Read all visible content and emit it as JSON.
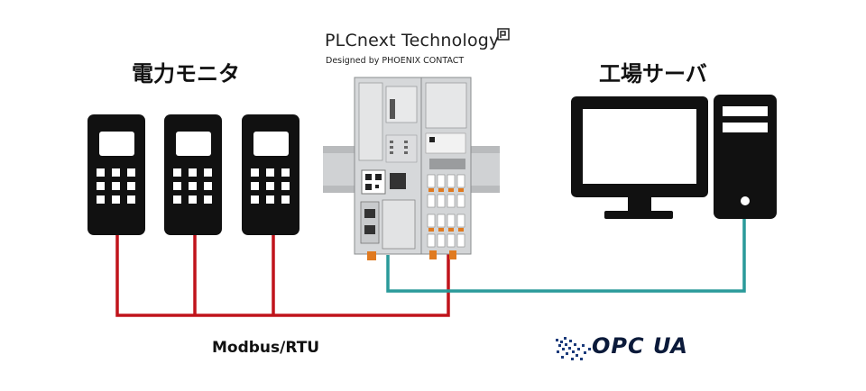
{
  "labels": {
    "power_meters": "電力モニタ",
    "factory_server": "工場サーバ",
    "plc_title": "PLCnext Technology",
    "plc_subtitle": "Designed by PHOENIX CONTACT",
    "modbus": "Modbus/RTU",
    "opc_ua": "OPC UA"
  },
  "colors": {
    "modbus_line": "#c0141b",
    "opc_line": "#2a9a9a",
    "device": "#111111",
    "plc_body": "#d6d8da",
    "din_rail": "#b9bbbd"
  },
  "icons": {
    "meter": "power-meter-icon",
    "server": "desktop-computer-icon",
    "plc": "plc-controller-image",
    "opc_logo": "opc-ua-logo"
  }
}
